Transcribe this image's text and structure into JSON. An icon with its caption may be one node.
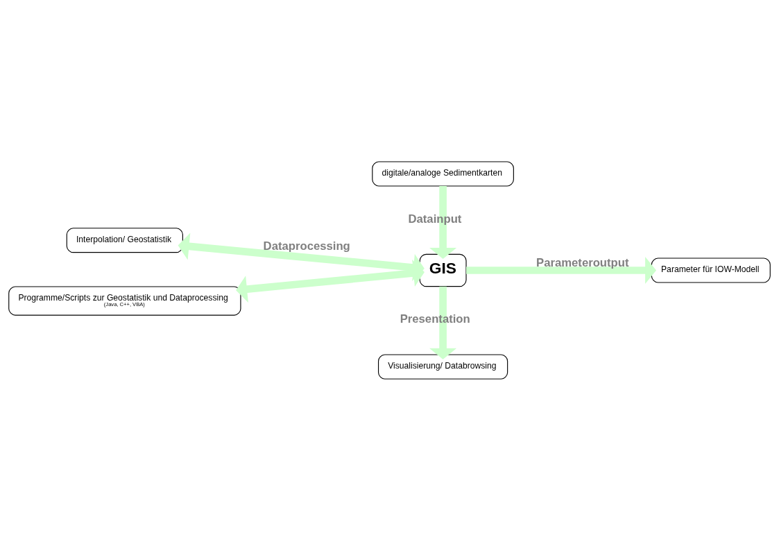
{
  "diagram": {
    "nodes": [
      {
        "text": [
          "digitale/analoge Sedimentkarten"
        ]
      },
      {
        "text": [
          "Interpolation/ Geostatistik"
        ]
      },
      {
        "text": [
          "Programme/Scripts zur Geostatistik und Dataprocessing",
          "(Java, C++, VBA)"
        ]
      },
      {
        "text": [
          "GIS"
        ]
      },
      {
        "text": [
          "Parameter für IOW-Modell"
        ]
      },
      {
        "text": [
          "Visualisierung/ Databrowsing"
        ]
      }
    ],
    "edges": [
      {
        "from": 0,
        "to": 3,
        "arrow": "to",
        "label": "Datainput"
      },
      {
        "from": 1,
        "to": 3,
        "arrow": "both",
        "label": "Dataprocessing"
      },
      {
        "from": 2,
        "to": 3,
        "arrow": "both"
      },
      {
        "from": 3,
        "to": 4,
        "arrow": "to",
        "label": "Parameteroutput"
      },
      {
        "from": 3,
        "to": 5,
        "arrow": "to",
        "label": "Presentation"
      }
    ]
  }
}
